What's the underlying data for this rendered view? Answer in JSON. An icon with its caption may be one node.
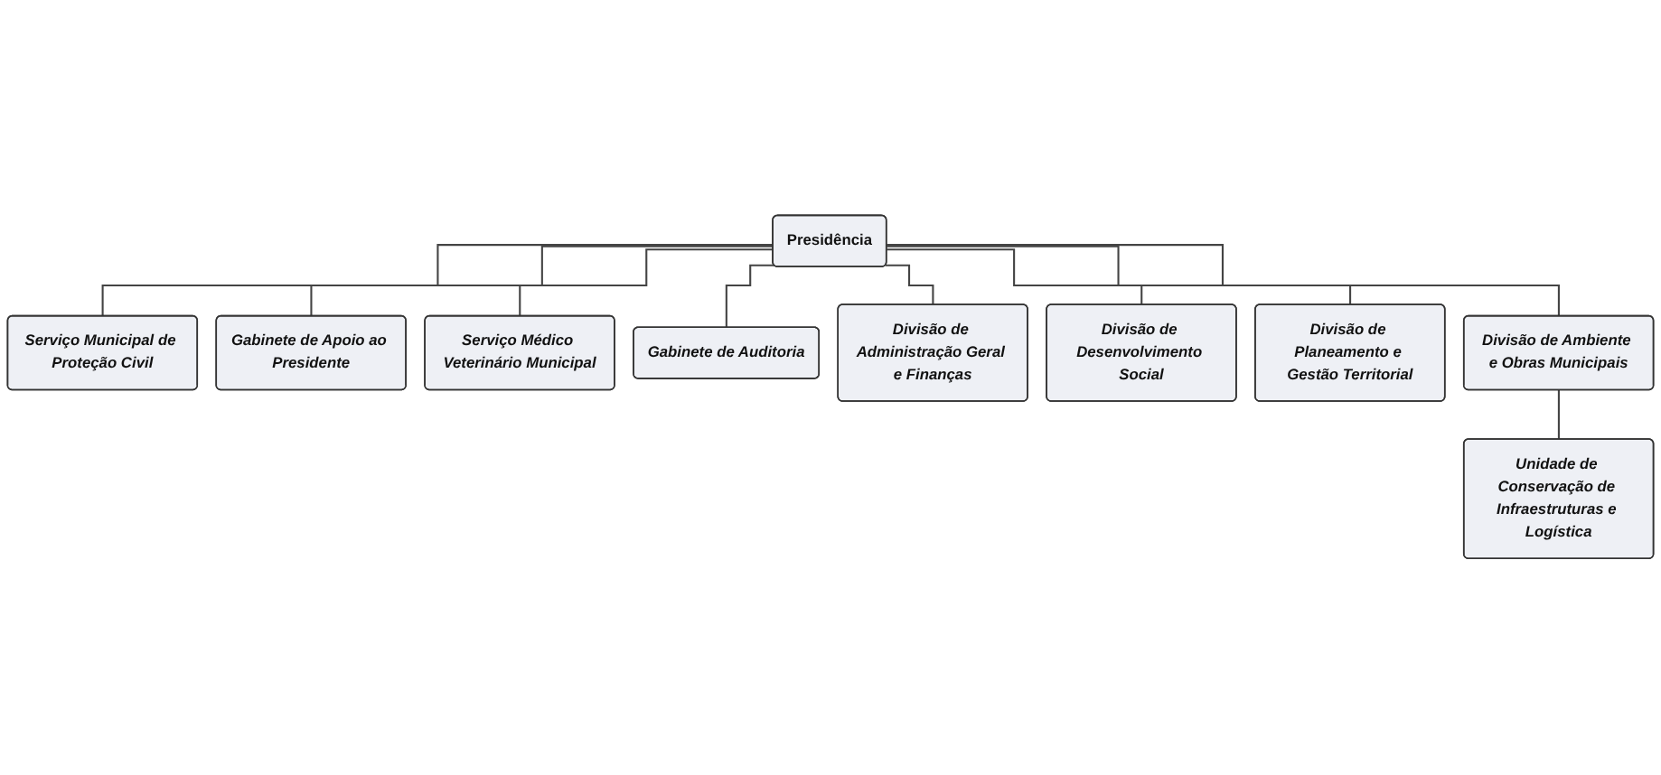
{
  "diagram": {
    "nodes": [
      {
        "text": [
          "Presidência"
        ]
      },
      {
        "text": [
          "Serviço Municipal de Proteção Civil"
        ]
      },
      {
        "text": [
          "Gabinete de Apoio ao Presidente"
        ]
      },
      {
        "text": [
          "Serviço Médico Veterinário Municipal"
        ]
      },
      {
        "text": [
          "Gabinete de Auditoria"
        ]
      },
      {
        "text": [
          "Divisão de Administração Geral e Finanças"
        ]
      },
      {
        "text": [
          "Divisão de Desenvolvimento Social"
        ]
      },
      {
        "text": [
          "Divisão de Planeamento e Gestão Territorial"
        ]
      },
      {
        "text": [
          "Divisão de Ambiente e Obras Municipais"
        ]
      },
      {
        "text": [
          "Unidade de Conservação de Infraestruturas e Logística"
        ]
      }
    ],
    "edges": [
      {
        "from": 0,
        "to": 1,
        "arrow": "none"
      },
      {
        "from": 0,
        "to": 2,
        "arrow": "none"
      },
      {
        "from": 0,
        "to": 3,
        "arrow": "none"
      },
      {
        "from": 0,
        "to": 4,
        "arrow": "none"
      },
      {
        "from": 0,
        "to": 5,
        "arrow": "none"
      },
      {
        "from": 0,
        "to": 6,
        "arrow": "none"
      },
      {
        "from": 0,
        "to": 7,
        "arrow": "none"
      },
      {
        "from": 0,
        "to": 8,
        "arrow": "none"
      },
      {
        "from": 8,
        "to": 9,
        "arrow": "none"
      }
    ]
  }
}
